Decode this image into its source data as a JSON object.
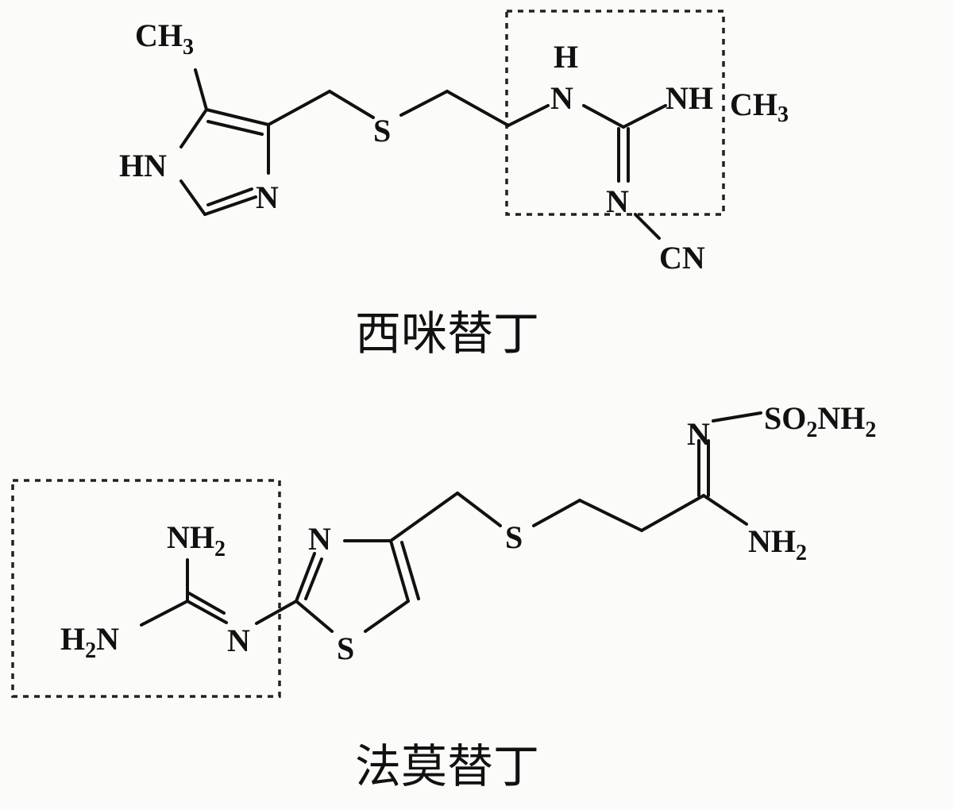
{
  "cimetidine": {
    "name": "西咪替丁",
    "labels": {
      "ch3_top": "CH",
      "ch3_top_sub": "3",
      "hn": "HN",
      "n_ring": "N",
      "s": "S",
      "h": "H",
      "n_h": "N",
      "nh": "NH",
      "ch3_right": "CH",
      "ch3_right_sub": "3",
      "n_imine": "N",
      "cn": "CN"
    }
  },
  "famotidine": {
    "name": "法莫替丁",
    "labels": {
      "n_sulfonyl": "N",
      "so2nh2_a": "SO",
      "so2nh2_a_sub": "2",
      "so2nh2_b": "NH",
      "so2nh2_b_sub": "2",
      "nh2_top": "NH",
      "nh2_top_sub": "2",
      "n_thiazole": "N",
      "s_chain": "S",
      "nh2_amidine": "NH",
      "nh2_amidine_sub": "2",
      "h2n_h": "H",
      "h2n_sub": "2",
      "h2n_n": "N",
      "n_guan": "N",
      "s_thiazole": "S"
    }
  }
}
